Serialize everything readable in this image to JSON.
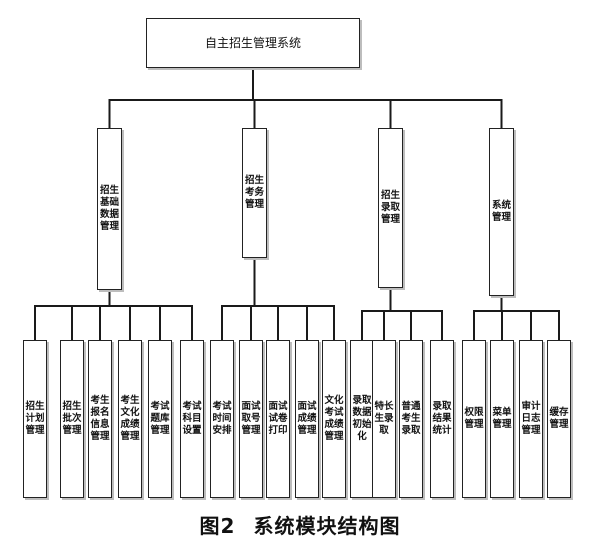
{
  "diagram": {
    "root": "自主招生管理系统",
    "caption_number": "图2",
    "caption_title": "系统模块结构图",
    "modules": [
      {
        "label": "招生\n基础\n数据\n管理",
        "children": [
          "招生\n计划\n管理",
          "招生\n批次\n管理",
          "考生\n报名\n信息\n管理",
          "考生\n文化\n成绩\n管理",
          "考试\n题库\n管理",
          "考试\n科目\n设置"
        ]
      },
      {
        "label": "招生\n考务\n管理",
        "children": [
          "考试\n时间\n安排",
          "面试\n取号\n管理",
          "面试\n试卷\n打印",
          "面试\n成绩\n管理",
          "文化\n考试\n成绩\n管理"
        ]
      },
      {
        "label": "招生\n录取\n管理",
        "children": [
          "录取\n数据\n初始\n化",
          "特长\n生录\n取",
          "普通\n考生\n录取",
          "录取\n结果\n统计"
        ]
      },
      {
        "label": "系统\n管理",
        "children": [
          "权限\n管理",
          "菜单\n管理",
          "审计\n日志\n管理",
          "缓存\n管理"
        ]
      }
    ]
  }
}
